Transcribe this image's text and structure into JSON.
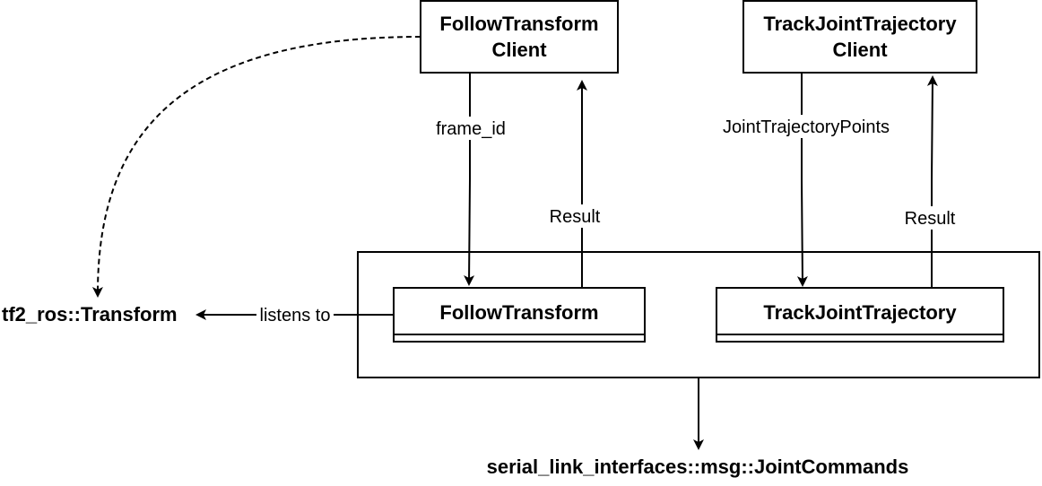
{
  "nodes": {
    "follow_client": {
      "line1": "FollowTransform",
      "line2": "Client"
    },
    "track_client": {
      "line1": "TrackJointTrajectory",
      "line2": "Client"
    },
    "follow_transform": {
      "label": "FollowTransform"
    },
    "track_trajectory": {
      "label": "TrackJointTrajectory"
    },
    "tf2_transform": {
      "label": "tf2_ros::Transform"
    },
    "joint_commands": {
      "label": "serial_link_interfaces::msg::JointCommands"
    }
  },
  "edges": {
    "frame_id": "frame_id",
    "follow_result": "Result",
    "joint_points": "JointTrajectoryPoints",
    "track_result": "Result",
    "listens_to": "listens to"
  }
}
